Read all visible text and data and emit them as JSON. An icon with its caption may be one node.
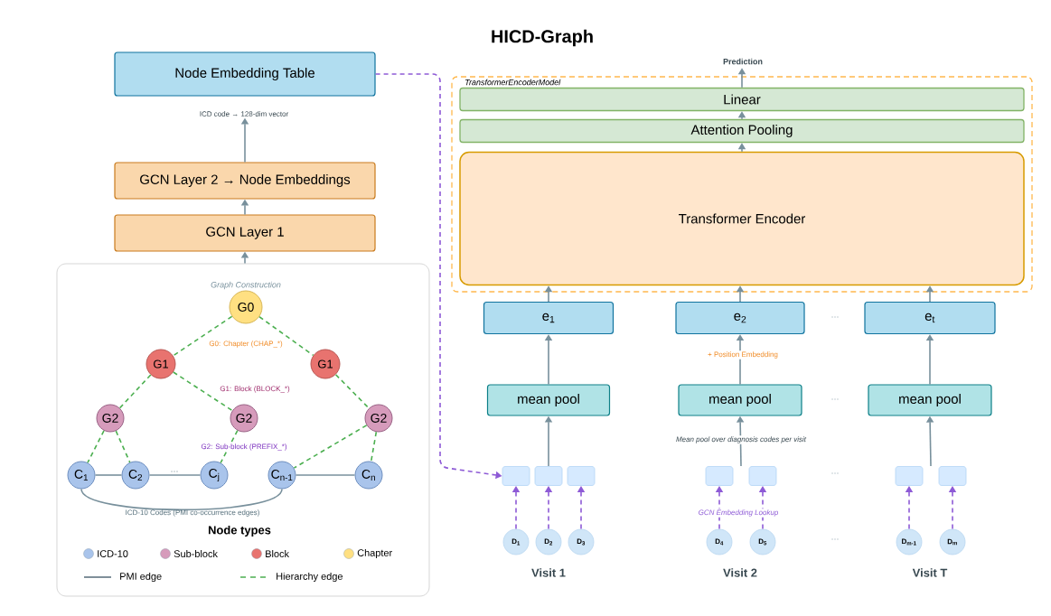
{
  "diagram": {
    "title": "HICD-Graph",
    "nodes": [
      {
        "text": [
          "Node Embedding Table"
        ]
      },
      {
        "text": [
          "GCN Layer 2 → Node Embeddings"
        ]
      },
      {
        "text": [
          "GCN Layer 1"
        ]
      },
      {
        "text": [
          "Graph Construction"
        ]
      },
      {
        "text": [
          "G0"
        ],
        "in": 3
      },
      {
        "text": [
          "G1"
        ],
        "in": 3
      },
      {
        "text": [
          "G1"
        ],
        "in": 3
      },
      {
        "text": [
          "G2"
        ],
        "in": 3
      },
      {
        "text": [
          "G2"
        ],
        "in": 3
      },
      {
        "text": [
          "G2"
        ],
        "in": 3
      },
      {
        "text": [
          "C$_{1}$"
        ],
        "in": 3
      },
      {
        "text": [
          "C$_{2}$"
        ],
        "in": 3
      },
      {
        "text": [
          "C$_{j}$"
        ],
        "in": 3
      },
      {
        "text": [
          "C$_{n-1}$"
        ],
        "in": 3
      },
      {
        "text": [
          "C$_{n}$"
        ],
        "in": 3
      },
      {
        "text": [
          "Prediction"
        ]
      },
      {
        "text": [
          "TransformerEncoderModel"
        ]
      },
      {
        "text": [
          "Linear"
        ],
        "in": 16
      },
      {
        "text": [
          "Attention Pooling"
        ],
        "in": 16
      },
      {
        "text": [
          "Transformer Encoder"
        ],
        "in": 16
      },
      {
        "text": [
          "e$_{1}$"
        ]
      },
      {
        "text": [
          "e$_{2}$"
        ]
      },
      {
        "text": [
          "e$_{t}$"
        ]
      },
      {
        "text": [
          "mean pool"
        ]
      },
      {
        "text": [
          "mean pool"
        ]
      },
      {
        "text": [
          "mean pool"
        ]
      },
      {
        "text": [],
        "shape": "box"
      },
      {
        "text": [],
        "shape": "box"
      },
      {
        "text": [],
        "shape": "box"
      },
      {
        "text": [],
        "shape": "box"
      },
      {
        "text": [],
        "shape": "box"
      },
      {
        "text": [],
        "shape": "box"
      },
      {
        "text": [],
        "shape": "box"
      },
      {
        "text": [
          "D$_{1}$"
        ]
      },
      {
        "text": [
          "D$_{2}$"
        ]
      },
      {
        "text": [
          "D$_{3}$"
        ]
      },
      {
        "text": [
          "D$_{4}$"
        ]
      },
      {
        "text": [
          "D$_{5}$"
        ]
      },
      {
        "text": [
          "D$_{m-1}$"
        ]
      },
      {
        "text": [
          "D$_{m}$"
        ]
      }
    ],
    "edges": [
      {
        "from": 1,
        "to": 0,
        "arrow": "to",
        "label": "ICD code → 128-dim vector"
      },
      {
        "from": 2,
        "to": 1,
        "arrow": "to"
      },
      {
        "from": 3,
        "to": 2,
        "arrow": "to"
      },
      {
        "from": 0,
        "to": 26,
        "arrow": "to",
        "style": "dashed",
        "color": "#8e5bd6"
      },
      {
        "from": 4,
        "to": 5,
        "arrow": "none",
        "style": "dashed",
        "color": "#4caf50"
      },
      {
        "from": 4,
        "to": 6,
        "arrow": "none",
        "style": "dashed",
        "color": "#4caf50"
      },
      {
        "from": 5,
        "to": 7,
        "arrow": "none",
        "style": "dashed",
        "color": "#4caf50"
      },
      {
        "from": 5,
        "to": 8,
        "arrow": "none",
        "style": "dashed",
        "color": "#4caf50"
      },
      {
        "from": 6,
        "to": 9,
        "arrow": "none",
        "style": "dashed",
        "color": "#4caf50"
      },
      {
        "from": 7,
        "to": 10,
        "arrow": "none",
        "style": "dashed",
        "color": "#4caf50"
      },
      {
        "from": 7,
        "to": 11,
        "arrow": "none",
        "style": "dashed",
        "color": "#4caf50"
      },
      {
        "from": 8,
        "to": 12,
        "arrow": "none",
        "style": "dashed",
        "color": "#4caf50"
      },
      {
        "from": 9,
        "to": 13,
        "arrow": "none",
        "style": "dashed",
        "color": "#4caf50"
      },
      {
        "from": 9,
        "to": 14,
        "arrow": "none",
        "style": "dashed",
        "color": "#4caf50"
      },
      {
        "from": 10,
        "to": 11,
        "arrow": "none"
      },
      {
        "from": 11,
        "to": 12,
        "arrow": "none"
      },
      {
        "from": 13,
        "to": 14,
        "arrow": "none"
      },
      {
        "from": 10,
        "to": 13,
        "arrow": "none"
      },
      {
        "from": 17,
        "to": 15,
        "arrow": "to"
      },
      {
        "from": 18,
        "to": 17,
        "arrow": "to"
      },
      {
        "from": 19,
        "to": 18,
        "arrow": "to"
      },
      {
        "from": 20,
        "to": 19,
        "arrow": "to"
      },
      {
        "from": 21,
        "to": 19,
        "arrow": "to"
      },
      {
        "from": 22,
        "to": 19,
        "arrow": "to"
      },
      {
        "from": 23,
        "to": 20,
        "arrow": "to"
      },
      {
        "from": 24,
        "to": 21,
        "arrow": "to",
        "label": "+ Position Embedding"
      },
      {
        "from": 25,
        "to": 22,
        "arrow": "to"
      },
      {
        "from": 27,
        "to": 23,
        "arrow": "to"
      },
      {
        "from": 29,
        "to": 24,
        "arrow": "to"
      },
      {
        "from": 30,
        "to": 24,
        "arrow": "to"
      },
      {
        "from": 31,
        "to": 25,
        "arrow": "to"
      },
      {
        "from": 32,
        "to": 25,
        "arrow": "to"
      },
      {
        "from": 33,
        "to": 26,
        "arrow": "to",
        "style": "dashed",
        "color": "#8e5bd6"
      },
      {
        "from": 34,
        "to": 27,
        "arrow": "to",
        "style": "dashed",
        "color": "#8e5bd6"
      },
      {
        "from": 35,
        "to": 28,
        "arrow": "to",
        "style": "dashed",
        "color": "#8e5bd6"
      },
      {
        "from": 36,
        "to": 29,
        "arrow": "to",
        "style": "dashed",
        "color": "#8e5bd6"
      },
      {
        "from": 37,
        "to": 30,
        "arrow": "to",
        "style": "dashed",
        "color": "#8e5bd6"
      },
      {
        "from": 38,
        "to": 31,
        "arrow": "to",
        "style": "dashed",
        "color": "#8e5bd6"
      },
      {
        "from": 39,
        "to": 32,
        "arrow": "to",
        "style": "dashed",
        "color": "#8e5bd6"
      }
    ],
    "labels": [
      "G0: Chapter (CHAP_*)",
      "G1: Block (BLOCK_*)",
      "G2: Sub-block (PREFIX_*)",
      "···",
      "ICD-10 Codes (PMI co-occurrence edges)",
      "Node types",
      "···",
      "···",
      "Mean pool over diagnosis codes per visit",
      "···",
      "GCN Embedding Lookup",
      "···",
      "Visit 1",
      "Visit 2",
      "Visit T"
    ],
    "legend": [
      {
        "text": "ICD-10",
        "color": "#a9c4eb"
      },
      {
        "text": "Sub-block",
        "color": "#d69bbb"
      },
      {
        "text": "Block",
        "color": "#e8736f"
      },
      {
        "text": "Chapter",
        "color": "#ffe082"
      },
      {
        "text": "PMI edge"
      },
      {
        "text": "Hierarchy edge"
      }
    ]
  }
}
